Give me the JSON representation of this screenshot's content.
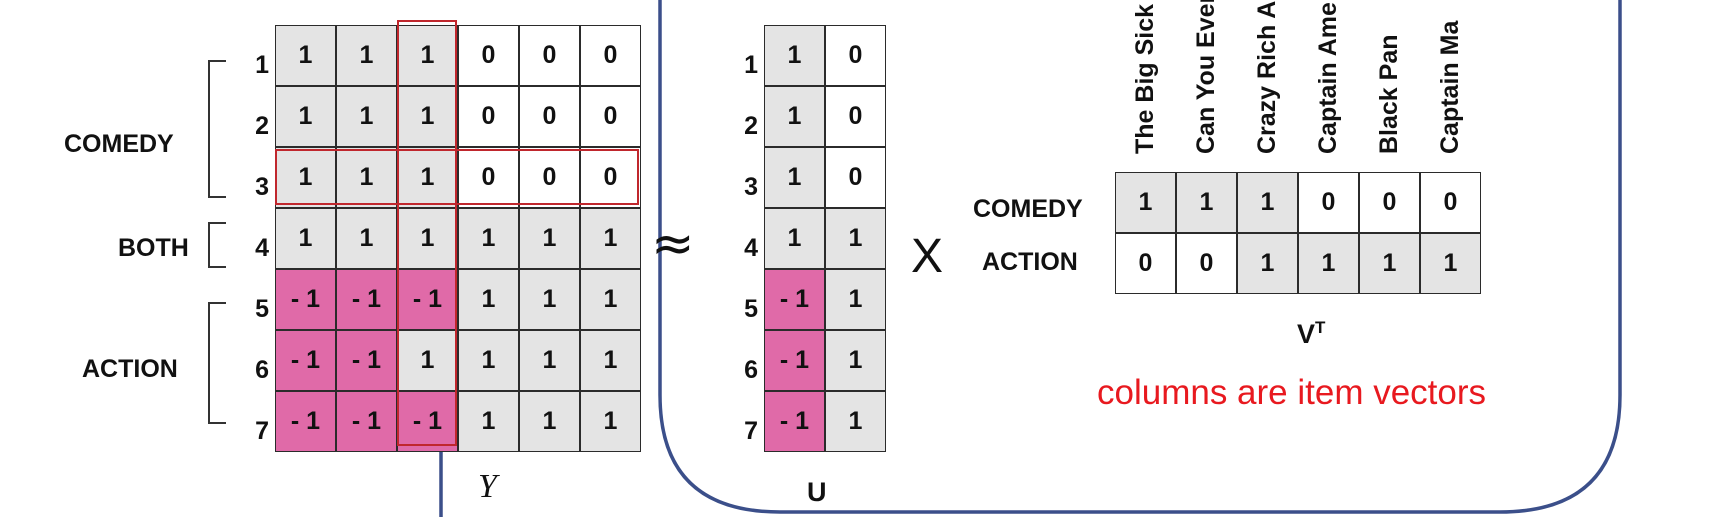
{
  "y_matrix": {
    "rows": [
      [
        "1",
        "1",
        "1",
        "0",
        "0",
        "0"
      ],
      [
        "1",
        "1",
        "1",
        "0",
        "0",
        "0"
      ],
      [
        "1",
        "1",
        "1",
        "0",
        "0",
        "0"
      ],
      [
        "1",
        "1",
        "1",
        "1",
        "1",
        "1"
      ],
      [
        "- 1",
        "- 1",
        "- 1",
        "1",
        "1",
        "1"
      ],
      [
        "- 1",
        "- 1",
        "1",
        "1",
        "1",
        "1"
      ],
      [
        "- 1",
        "- 1",
        "- 1",
        "1",
        "1",
        "1"
      ]
    ],
    "row_numbers": [
      "1",
      "2",
      "3",
      "4",
      "5",
      "6",
      "7"
    ],
    "caption": "Y"
  },
  "groups": {
    "comedy": "COMEDY",
    "both": "BOTH",
    "action": "ACTION"
  },
  "u_matrix": {
    "rows": [
      [
        "1",
        "0"
      ],
      [
        "1",
        "0"
      ],
      [
        "1",
        "0"
      ],
      [
        "1",
        "1"
      ],
      [
        "- 1",
        "1"
      ],
      [
        "- 1",
        "1"
      ],
      [
        "- 1",
        "1"
      ]
    ],
    "row_numbers": [
      "1",
      "2",
      "3",
      "4",
      "5",
      "6",
      "7"
    ],
    "caption": "U"
  },
  "operators": {
    "approx": "≈",
    "times": "X"
  },
  "vt_matrix": {
    "movie_titles": [
      "The Big Sick",
      "Can You Ever",
      "Crazy Rich A",
      "Captain Ame",
      "Black Pan",
      "Captain Ma"
    ],
    "row_labels": [
      "COMEDY",
      "ACTION"
    ],
    "rows": [
      [
        "1",
        "1",
        "1",
        "0",
        "0",
        "0"
      ],
      [
        "0",
        "0",
        "1",
        "1",
        "1",
        "1"
      ]
    ],
    "caption_main": "V",
    "caption_sup": "T"
  },
  "note": "columns are item vectors",
  "colors": {
    "cell_gray": "#e4e4e4",
    "cell_pink": "#e06aa8",
    "highlight_red": "#c0272d",
    "note_red": "#e8191f",
    "frame_blue": "#3b4f8a"
  }
}
